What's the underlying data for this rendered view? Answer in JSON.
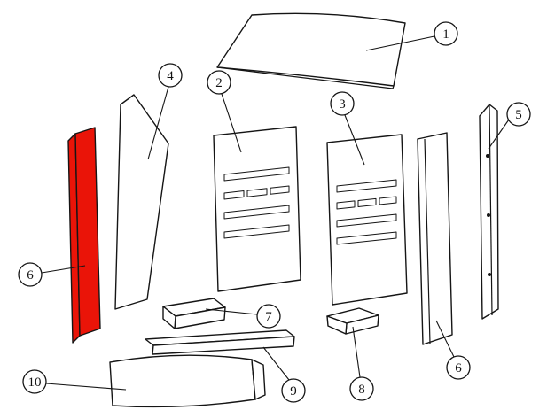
{
  "diagram": {
    "background": "#ffffff",
    "stroke_color": "#151515",
    "highlight_color": "#ea1408",
    "highlight": {
      "callout": "6",
      "color": "#ea1408"
    },
    "callouts": {
      "c1": {
        "label": "1"
      },
      "c2": {
        "label": "2"
      },
      "c3": {
        "label": "3"
      },
      "c4": {
        "label": "4"
      },
      "c5": {
        "label": "5"
      },
      "c6a": {
        "label": "6"
      },
      "c6b": {
        "label": "6"
      },
      "c7": {
        "label": "7"
      },
      "c8": {
        "label": "8"
      },
      "c9": {
        "label": "9"
      },
      "c10": {
        "label": "10"
      }
    }
  }
}
